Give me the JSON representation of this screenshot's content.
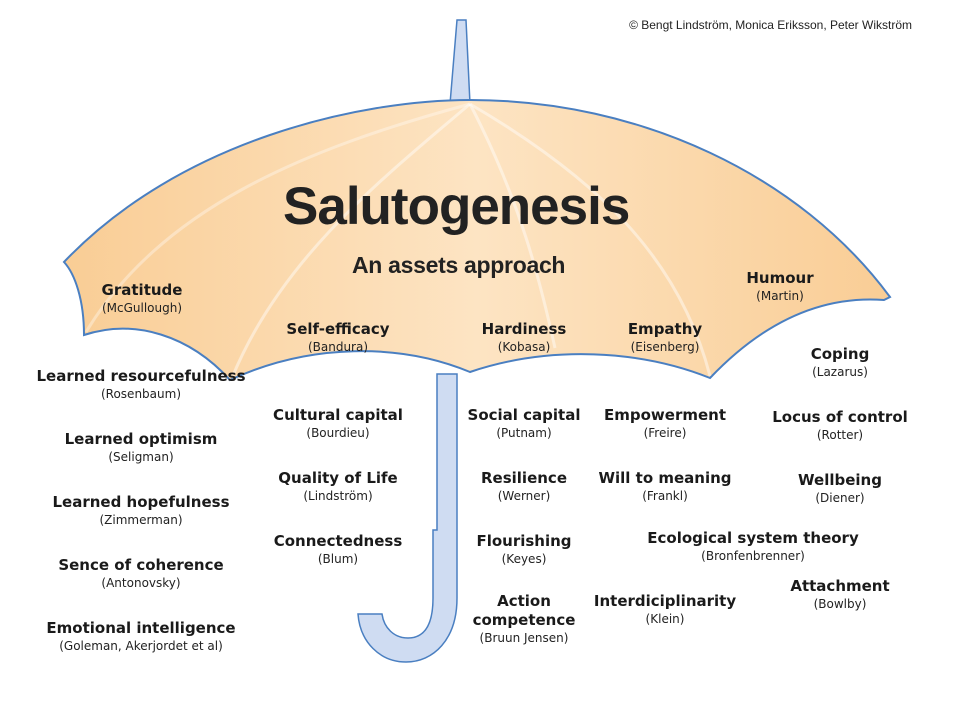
{
  "copyright": "© Bengt Lindström, Monica Eriksson, Peter Wikström",
  "title": "Salutogenesis",
  "subtitle": "An assets approach",
  "colors": {
    "canopy_fill": "#fbd9ae",
    "canopy_edge": "#4a7fc1",
    "shaft_fill": "#cfdcf2",
    "shaft_edge": "#4a7fc1"
  },
  "concepts": [
    {
      "id": "gratitude",
      "name": "Gratitude",
      "author": "(McGullough)"
    },
    {
      "id": "humour",
      "name": "Humour",
      "author": "(Martin)"
    },
    {
      "id": "self-efficacy",
      "name": "Self-efficacy",
      "author": "(Bandura)"
    },
    {
      "id": "hardiness",
      "name": "Hardiness",
      "author": "(Kobasa)"
    },
    {
      "id": "empathy",
      "name": "Empathy",
      "author": "(Eisenberg)"
    },
    {
      "id": "coping",
      "name": "Coping",
      "author": "(Lazarus)"
    },
    {
      "id": "learned-resourcefulness",
      "name": "Learned resourcefulness",
      "author": "(Rosenbaum)"
    },
    {
      "id": "cultural-capital",
      "name": "Cultural capital",
      "author": "(Bourdieu)"
    },
    {
      "id": "social-capital",
      "name": "Social capital",
      "author": "(Putnam)"
    },
    {
      "id": "empowerment",
      "name": "Empowerment",
      "author": "(Freire)"
    },
    {
      "id": "locus-of-control",
      "name": "Locus of control",
      "author": "(Rotter)"
    },
    {
      "id": "learned-optimism",
      "name": "Learned optimism",
      "author": "(Seligman)"
    },
    {
      "id": "quality-of-life",
      "name": "Quality of Life",
      "author": "(Lindström)"
    },
    {
      "id": "resilience",
      "name": "Resilience",
      "author": "(Werner)"
    },
    {
      "id": "will-to-meaning",
      "name": "Will to meaning",
      "author": "(Frankl)"
    },
    {
      "id": "wellbeing",
      "name": "Wellbeing",
      "author": "(Diener)"
    },
    {
      "id": "learned-hopefulness",
      "name": "Learned hopefulness",
      "author": "(Zimmerman)"
    },
    {
      "id": "connectedness",
      "name": "Connectedness",
      "author": "(Blum)"
    },
    {
      "id": "flourishing",
      "name": "Flourishing",
      "author": "(Keyes)"
    },
    {
      "id": "ecological-system-theory",
      "name": "Ecological system theory",
      "author": "(Bronfenbrenner)"
    },
    {
      "id": "sence-of-coherence",
      "name": "Sence of coherence",
      "author": "(Antonovsky)"
    },
    {
      "id": "attachment",
      "name": "Attachment",
      "author": "(Bowlby)"
    },
    {
      "id": "action-competence",
      "name": "Action competence",
      "author": "(Bruun Jensen)"
    },
    {
      "id": "interdiciplinarity",
      "name": "Interdiciplinarity",
      "author": "(Klein)"
    },
    {
      "id": "emotional-intelligence",
      "name": "Emotional intelligence",
      "author": "(Goleman, Akerjordet et al)"
    }
  ]
}
